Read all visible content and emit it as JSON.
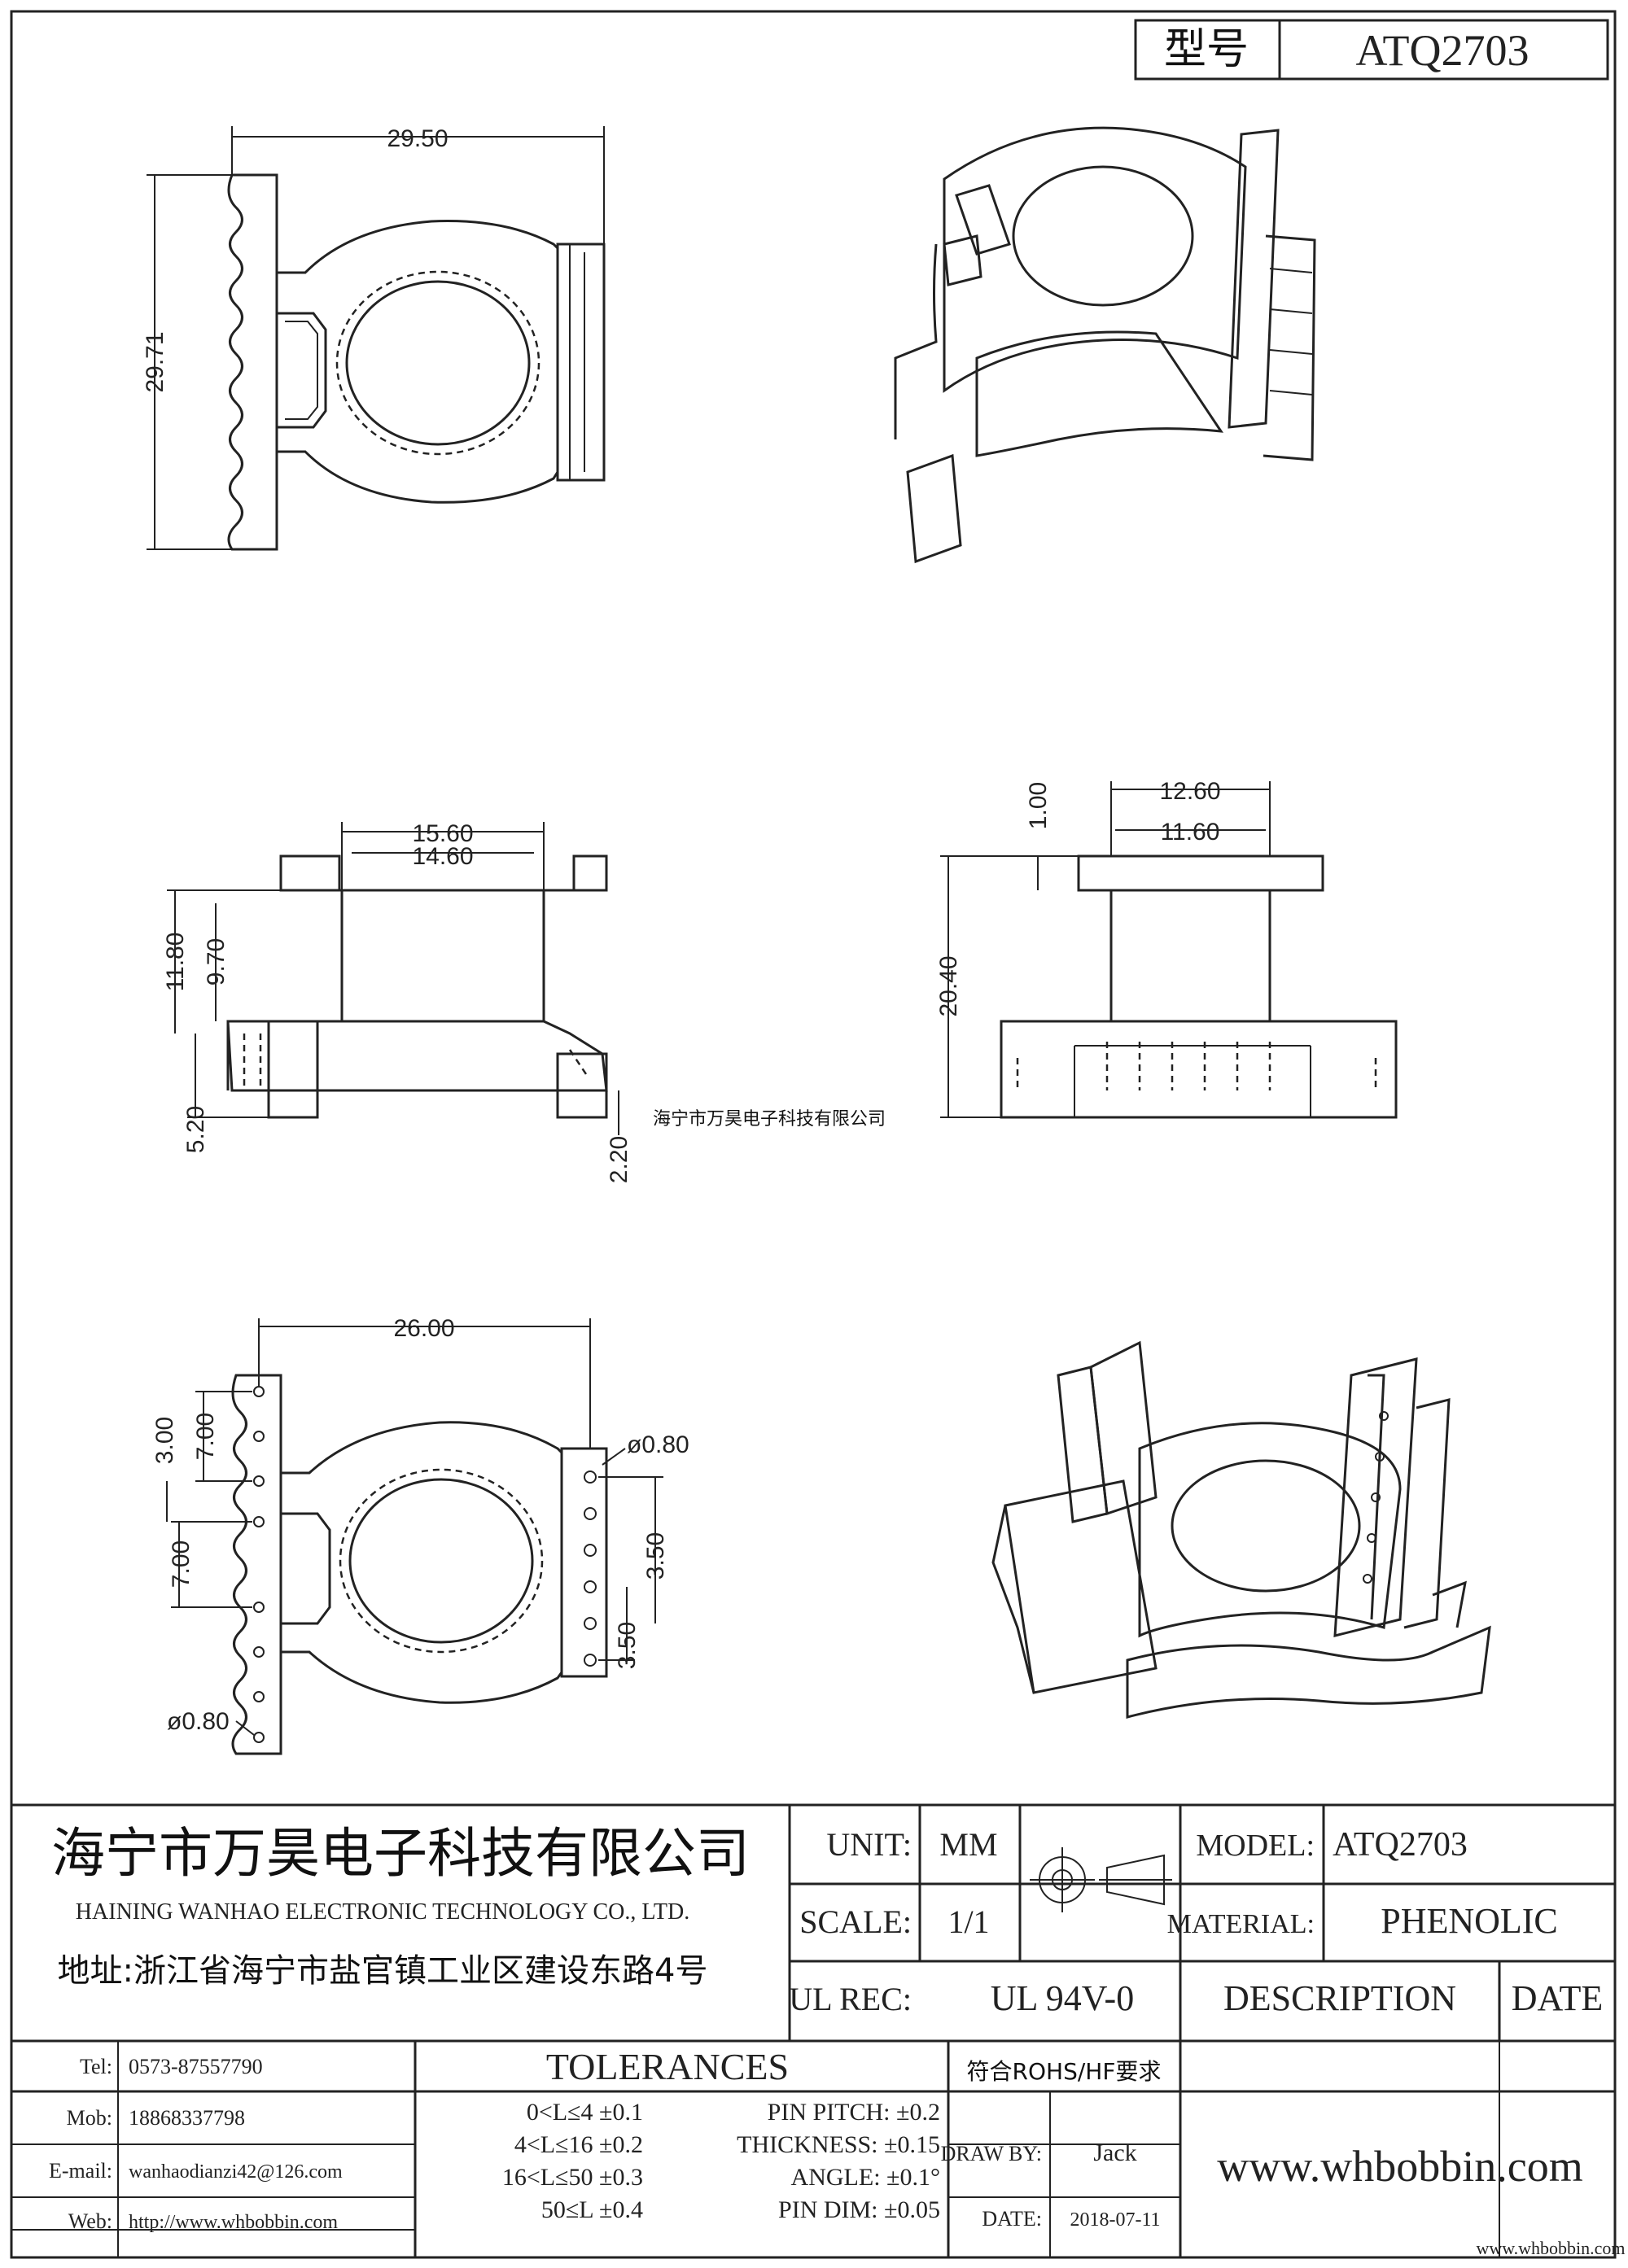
{
  "model_box": {
    "label": "型号",
    "value": "ATQ2703"
  },
  "top_view": {
    "width_dim": "29.50",
    "height_dim": "29.71"
  },
  "front_view": {
    "dim_outer_width": "15.60",
    "dim_inner_width": "14.60",
    "dim_total_height": "11.80",
    "dim_body_height": "9.70",
    "dim_pin_length": "5.20",
    "dim_pin_short": "2.20"
  },
  "side_view": {
    "dim_outer_width": "12.60",
    "dim_inner_width": "11.60",
    "dim_flange": "1.00",
    "dim_height": "20.40"
  },
  "bottom_view": {
    "dim_width": "26.00",
    "dim_pitch_a": "3.00",
    "dim_span_a": "7.00",
    "dim_span_b": "7.00",
    "dim_hole_a": "ø0.80",
    "dim_hole_b": "ø0.80",
    "dim_pitch_b": "3.50",
    "dim_pitch_c": "3.50"
  },
  "watermark_center": "海宁市万昊电子科技有限公司",
  "title_block": {
    "company_cn": "海宁市万昊电子科技有限公司",
    "company_en": "HAINING WANHAO ELECTRONIC TECHNOLOGY CO., LTD.",
    "address": "地址:浙江省海宁市盐官镇工业区建设东路4号",
    "unit_label": "UNIT:",
    "unit_value": "MM",
    "scale_label": "SCALE:",
    "scale_value": "1/1",
    "ulrec_label": "UL REC:",
    "ulrec_value": "UL 94V-0",
    "model_label": "MODEL:",
    "model_value": "ATQ2703",
    "material_label": "MATERIAL:",
    "material_value": "PHENOLIC",
    "description_header": "DESCRIPTION",
    "date_header": "DATE",
    "tel_label": "Tel:",
    "tel_value": "0573-87557790",
    "mob_label": "Mob:",
    "mob_value": "18868337798",
    "email_label": "E-mail:",
    "email_value": "wanhaodianzi42@126.com",
    "web_label": "Web:",
    "web_value": "http://www.whbobbin.com",
    "tolerances_header": "TOLERANCES",
    "tol_rows": [
      "0<L≤4  ±0.1",
      "4<L≤16  ±0.2",
      "16<L≤50  ±0.3",
      "50≤L  ±0.4"
    ],
    "spec_rows": [
      "PIN PITCH: ±0.2",
      "THICKNESS: ±0.15",
      "ANGLE: ±0.1°",
      "PIN DIM: ±0.05"
    ],
    "rohs": "符合ROHS/HF要求",
    "drawby_label": "DRAW BY:",
    "drawby_value": "Jack",
    "date_label": "DATE:",
    "date_value": "2018-07-11",
    "watermark_url": "www.whbobbin.com",
    "watermark_small": "www.whbobbin.com"
  }
}
